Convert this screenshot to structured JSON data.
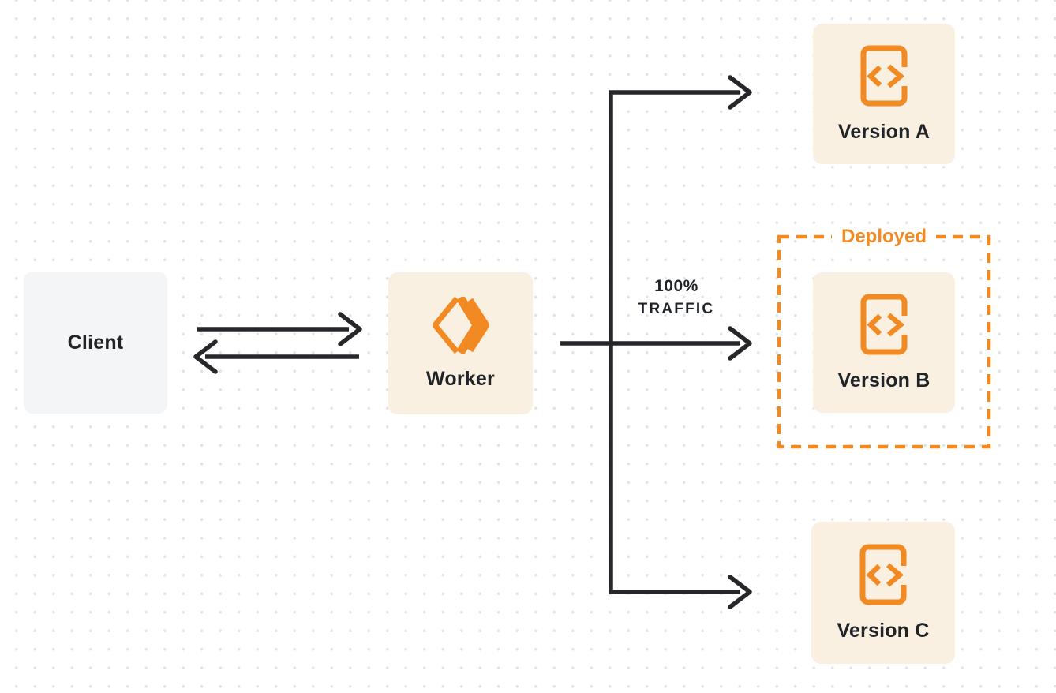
{
  "diagram": {
    "nodes": [
      {
        "id": "client",
        "label": "Client",
        "icon": null
      },
      {
        "id": "worker",
        "label": "Worker",
        "icon": "workers-logo-icon"
      },
      {
        "id": "version-a",
        "label": "Version A",
        "icon": "code-file-icon"
      },
      {
        "id": "version-b",
        "label": "Version B",
        "icon": "code-file-icon"
      },
      {
        "id": "version-c",
        "label": "Version C",
        "icon": "code-file-icon"
      }
    ],
    "edges": [
      {
        "from": "client",
        "to": "worker",
        "type": "arrow"
      },
      {
        "from": "worker",
        "to": "client",
        "type": "arrow"
      },
      {
        "from": "worker",
        "to": "version-a",
        "type": "arrow"
      },
      {
        "from": "worker",
        "to": "version-b",
        "type": "arrow",
        "label": "100% TRAFFIC"
      },
      {
        "from": "worker",
        "to": "version-c",
        "type": "arrow"
      }
    ],
    "annotations": {
      "deployed": {
        "label": "Deployed",
        "applies_to": "version-b"
      },
      "traffic": {
        "line1": "100%",
        "line2": "TRAFFIC"
      }
    }
  },
  "colors": {
    "accent-orange": "#F28A24",
    "node-peach": "#FAF0E1",
    "node-gray": "#F4F5F6",
    "arrow-dark": "#26272B",
    "text-dark": "#202328",
    "dot-grid": "#E3E3E5",
    "background": "#FFFFFF"
  }
}
